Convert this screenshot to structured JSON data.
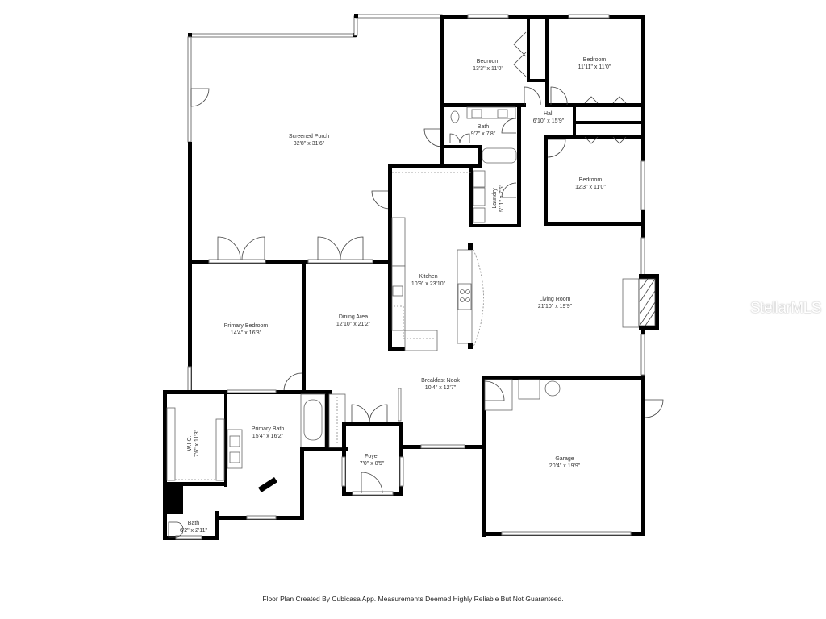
{
  "rooms": {
    "screened_porch": {
      "name": "Screened Porch",
      "dims": "32'8\" x 31'6\""
    },
    "bedroom_1": {
      "name": "Bedroom",
      "dims": "13'3\" x 11'0\""
    },
    "bedroom_2": {
      "name": "Bedroom",
      "dims": "11'11\" x 11'0\""
    },
    "hall": {
      "name": "Hall",
      "dims": "6'10\" x 15'9\""
    },
    "bath_hall": {
      "name": "Bath",
      "dims": "9'7\" x 7'8\""
    },
    "bedroom_3": {
      "name": "Bedroom",
      "dims": "12'3\" x 11'0\""
    },
    "laundry": {
      "name": "Laundry",
      "dims": "5'11\" x 7'5\""
    },
    "kitchen": {
      "name": "Kitchen",
      "dims": "10'9\" x 23'10\""
    },
    "living_room": {
      "name": "Living Room",
      "dims": "21'10\" x 19'9\""
    },
    "primary_bedroom": {
      "name": "Primary Bedroom",
      "dims": "14'4\" x 16'8\""
    },
    "dining_area": {
      "name": "Dining Area",
      "dims": "12'10\" x 21'2\""
    },
    "breakfast_nook": {
      "name": "Breakfast Nook",
      "dims": "10'4\" x 12'7\""
    },
    "wic": {
      "name": "W.I.C.",
      "dims": "7'6\" x 11'8\""
    },
    "primary_bath": {
      "name": "Primary Bath",
      "dims": "15'4\" x 16'2\""
    },
    "foyer": {
      "name": "Foyer",
      "dims": "7'0\" x 8'5\""
    },
    "garage": {
      "name": "Garage",
      "dims": "20'4\" x 19'9\""
    },
    "bath_small": {
      "name": "Bath",
      "dims": "6'2\" x 2'11\""
    }
  },
  "footer": "Floor Plan Created By Cubicasa App. Measurements Deemed Highly Reliable But Not Guaranteed.",
  "watermark": "StellarMLS"
}
